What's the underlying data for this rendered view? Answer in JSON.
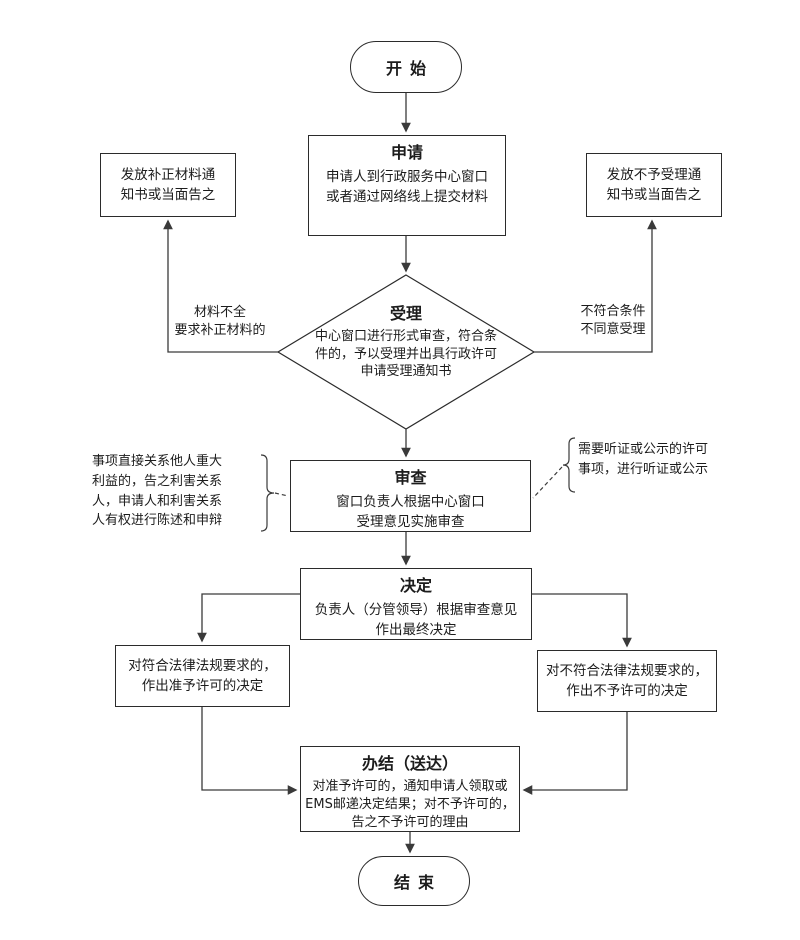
{
  "flowchart": {
    "nodes": {
      "start": {
        "label": "开始"
      },
      "apply": {
        "title": "申请",
        "body": "申请人到行政服务中心窗口\n或者通过网络线上提交材料"
      },
      "supplement_notice": {
        "body": "发放补正材料通\n知书或当面告之"
      },
      "rejection_notice": {
        "body": "发放不予受理通\n知书或当面告之"
      },
      "accept": {
        "title": "受理",
        "body": "中心窗口进行形式审查，符合条\n件的，予以受理并出具行政许可\n申请受理通知书"
      },
      "review": {
        "title": "审查",
        "body": "窗口负责人根据中心窗口\n受理意见实施审查"
      },
      "decision": {
        "title": "决定",
        "body": "负责人（分管领导）根据审查意见\n作出最终决定"
      },
      "approve": {
        "body": "对符合法律法规要求的，\n作出准予许可的决定"
      },
      "deny": {
        "body": "对不符合法律法规要求的，\n作出不予许可的决定"
      },
      "complete": {
        "title": "办结（送达）",
        "body": "对准予许可的，通知申请人领取或\nEMS邮递决定结果；对不予许可的，\n告之不予许可的理由"
      },
      "end": {
        "label": "结束"
      }
    },
    "edge_labels": {
      "incomplete": "材料不全\n要求补正材料的",
      "not_qualified": "不符合条件\n不同意受理"
    },
    "annotations": {
      "left": "事项直接关系他人重大\n利益的，告之利害关系\n人，申请人和利害关系\n人有权进行陈述和申辩",
      "right": "需要听证或公示的许可\n事项，进行听证或公示"
    },
    "colors": {
      "line": "#3a3a3a",
      "border": "#2b2b2b",
      "text": "#1c1c1c",
      "background": "#ffffff"
    }
  }
}
